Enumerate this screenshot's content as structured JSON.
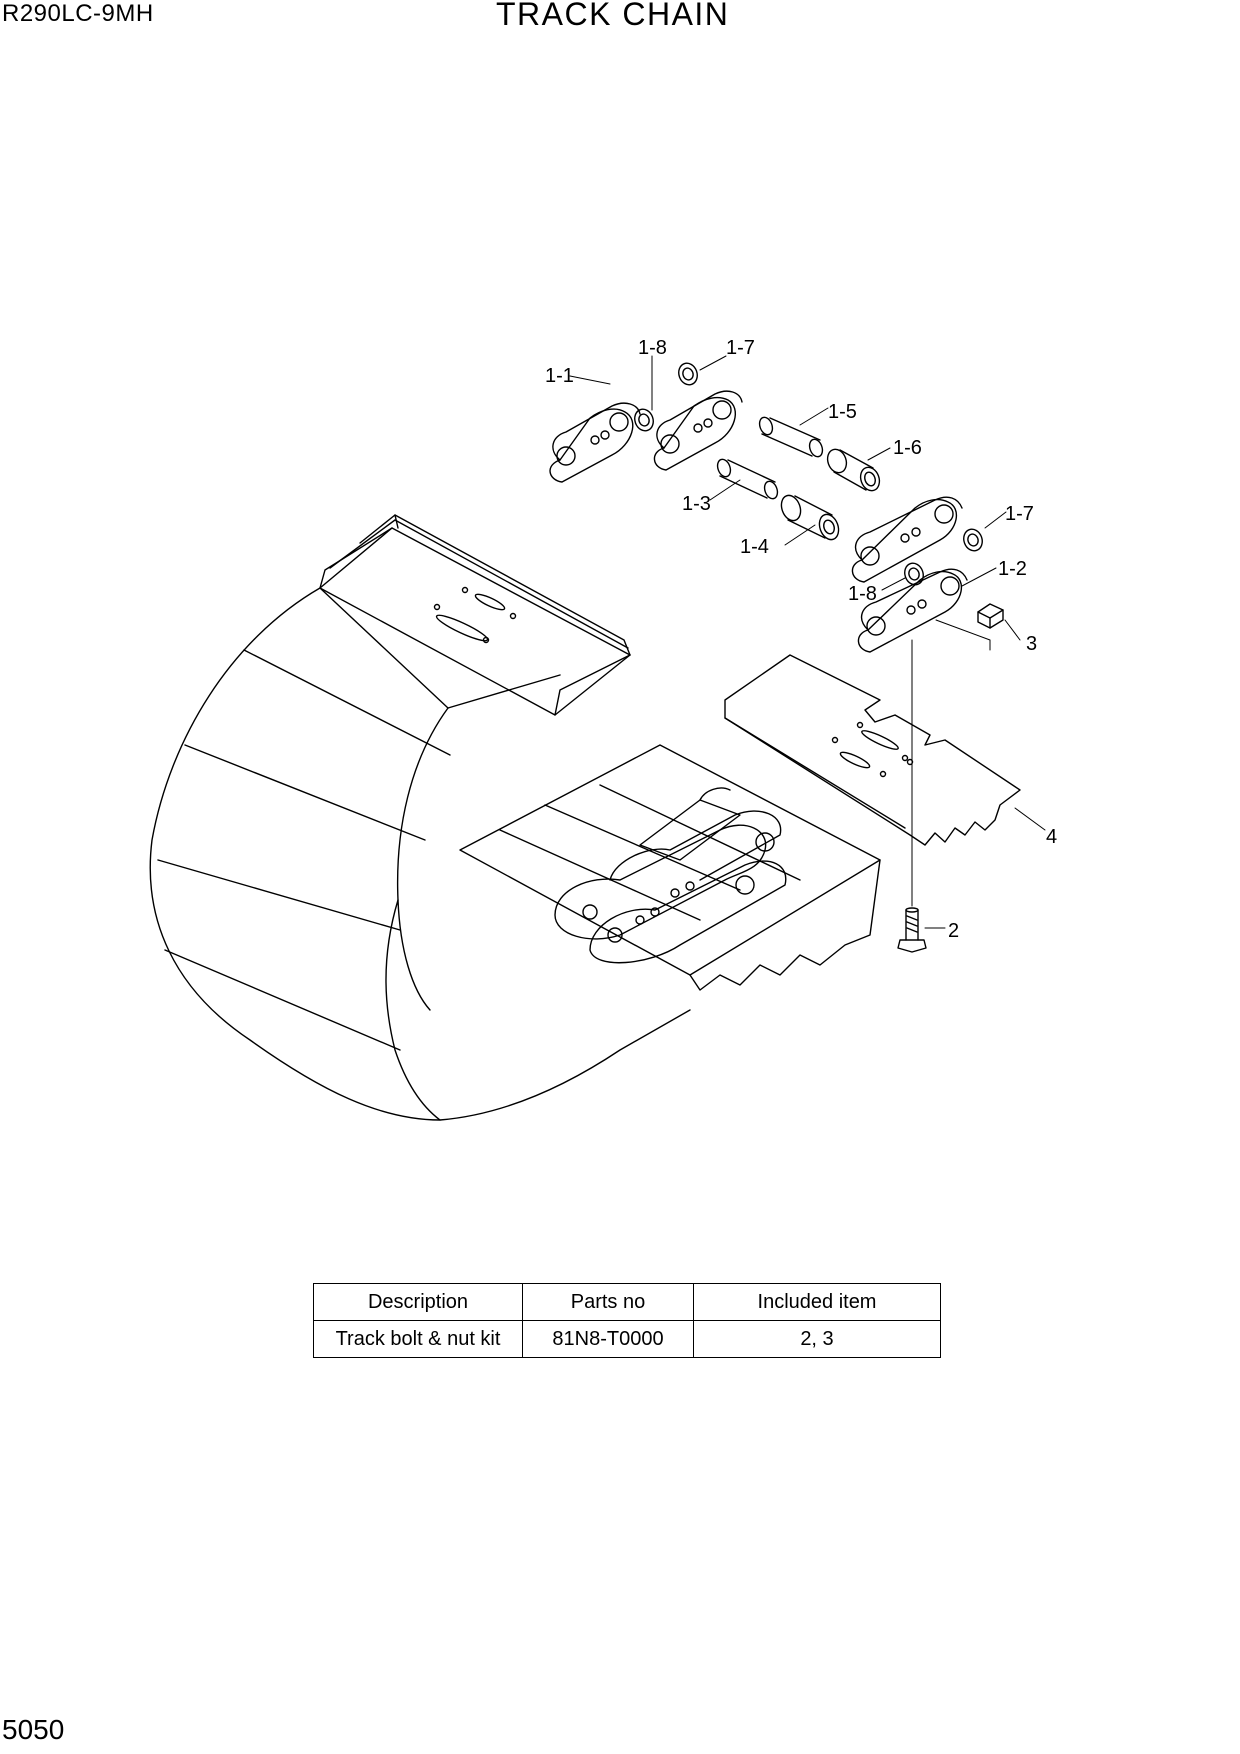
{
  "header": {
    "model": "R290LC-9MH",
    "title": "TRACK CHAIN"
  },
  "footer": {
    "page_number": "5050"
  },
  "callouts": [
    {
      "id": "1-1",
      "label": "1-1"
    },
    {
      "id": "1-8a",
      "label": "1-8"
    },
    {
      "id": "1-7a",
      "label": "1-7"
    },
    {
      "id": "1-5",
      "label": "1-5"
    },
    {
      "id": "1-6",
      "label": "1-6"
    },
    {
      "id": "1-3",
      "label": "1-3"
    },
    {
      "id": "1-4",
      "label": "1-4"
    },
    {
      "id": "1-7b",
      "label": "1-7"
    },
    {
      "id": "1-2",
      "label": "1-2"
    },
    {
      "id": "1-8b",
      "label": "1-8"
    },
    {
      "id": "3",
      "label": "3"
    },
    {
      "id": "4",
      "label": "4"
    },
    {
      "id": "2",
      "label": "2"
    }
  ],
  "kit_table": {
    "headers": [
      "Description",
      "Parts no",
      "Included item"
    ],
    "rows": [
      [
        "Track bolt & nut kit",
        "81N8-T0000",
        "2, 3"
      ]
    ]
  }
}
